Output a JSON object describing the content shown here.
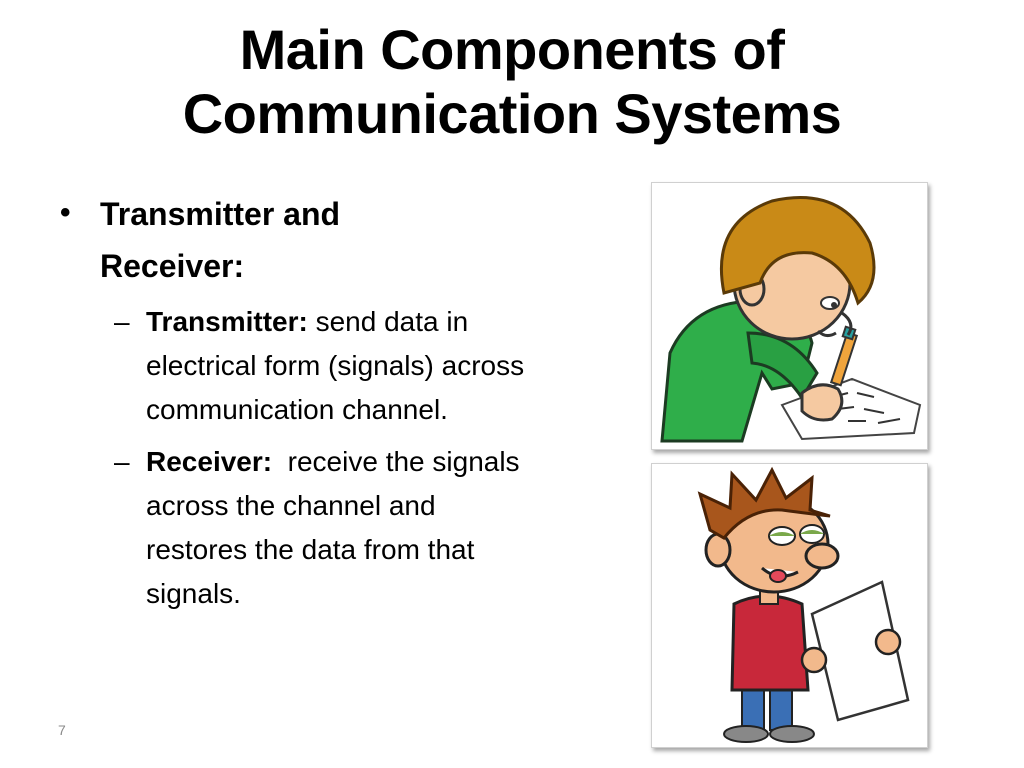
{
  "title": {
    "line1": "Main Components of",
    "line2": "Communication Systems"
  },
  "bullet": {
    "label": "Transmitter and Receiver:",
    "symbol": "•"
  },
  "subitems": [
    {
      "term": "Transmitter:",
      "text": " send data in electrical form (signals) across communication channel."
    },
    {
      "term": "Receiver:",
      "text": "  receive the signals across the channel and restores the data from that signals."
    }
  ],
  "dash": "–",
  "slide_number": "7",
  "images": [
    {
      "icon": "boy-writing-icon"
    },
    {
      "icon": "boy-reading-icon"
    }
  ]
}
